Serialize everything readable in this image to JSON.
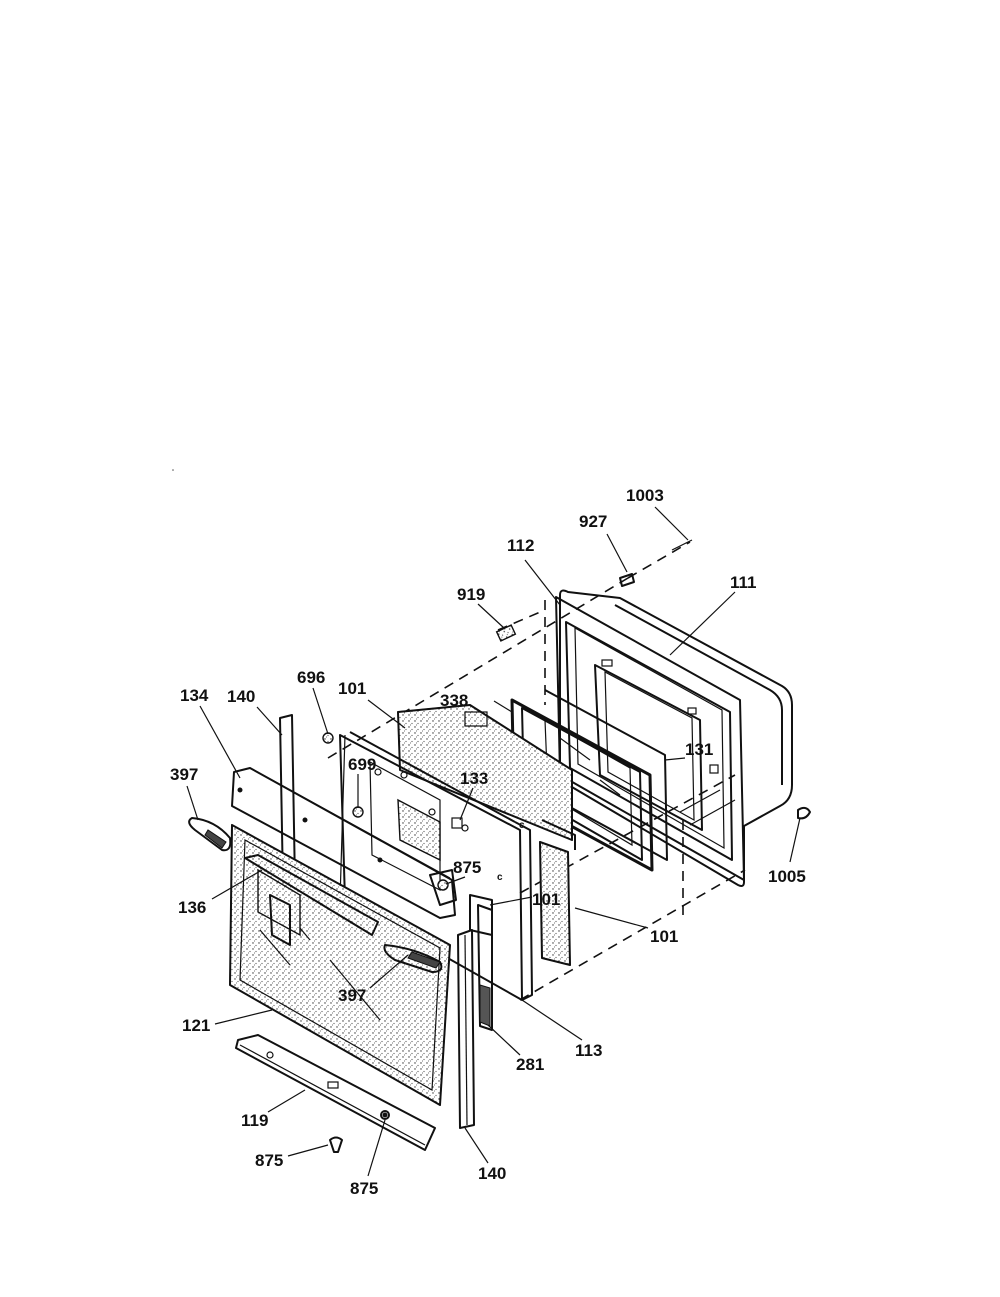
{
  "diagram": {
    "callouts": {
      "c1003": "1003",
      "c927": "927",
      "c112": "112",
      "c111": "111",
      "c919": "919",
      "c696": "696",
      "c101a": "101",
      "c338": "338",
      "c140a": "140",
      "c134": "134",
      "c397a": "397",
      "c699": "699",
      "c133": "133",
      "c131": "131",
      "c1005": "1005",
      "c875a": "875",
      "c101b": "101",
      "c136": "136",
      "c101c": "101",
      "c397b": "397",
      "c121": "121",
      "c113": "113",
      "c281": "281",
      "c119": "119",
      "c875b": "875",
      "c875c": "875",
      "c140b": "140"
    }
  }
}
